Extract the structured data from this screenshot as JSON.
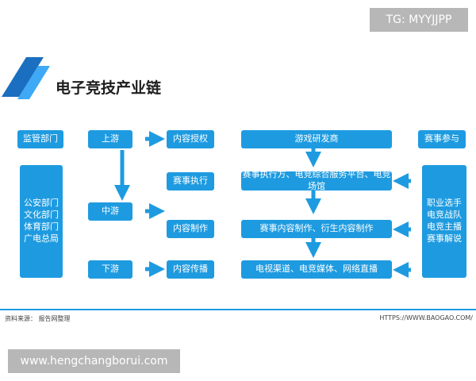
{
  "tg_label": "TG: MYYJJPP",
  "title": "电子竞技产业链",
  "left_column": {
    "header": "监管部门",
    "lines": [
      "公安部门",
      "文化部门",
      "体育部门",
      "广电总局"
    ]
  },
  "stages": {
    "upstream": "上游",
    "midstream": "中游",
    "downstream": "下游"
  },
  "content_boxes": {
    "licensing": "内容授权",
    "event_execution": "赛事执行",
    "content_production": "内容制作",
    "content_distribution": "内容传播"
  },
  "center_boxes": {
    "developers": "游戏研发商",
    "organizers": "赛事执行方、电竞综合服务平台、电竞场馆",
    "content": "赛事内容制作、衍生内容制作",
    "channels": "电视渠道、电竞媒体、网络直播"
  },
  "right_column": {
    "header": "赛事参与",
    "lines": [
      "职业选手",
      "电竞战队",
      "电竞主播",
      "赛事解说"
    ]
  },
  "footer": {
    "source": "资料来源： 报告网整理",
    "url": "HTTPS://WWW.BAOGAO.COM/"
  },
  "watermark": "www.hengchangborui.com",
  "colors": {
    "box": "#1e9be0",
    "arrow": "#1e9be0",
    "logo_dark": "#1a6fc0",
    "logo_light": "#3fa9f5",
    "overlay": "#b7b7b7"
  }
}
